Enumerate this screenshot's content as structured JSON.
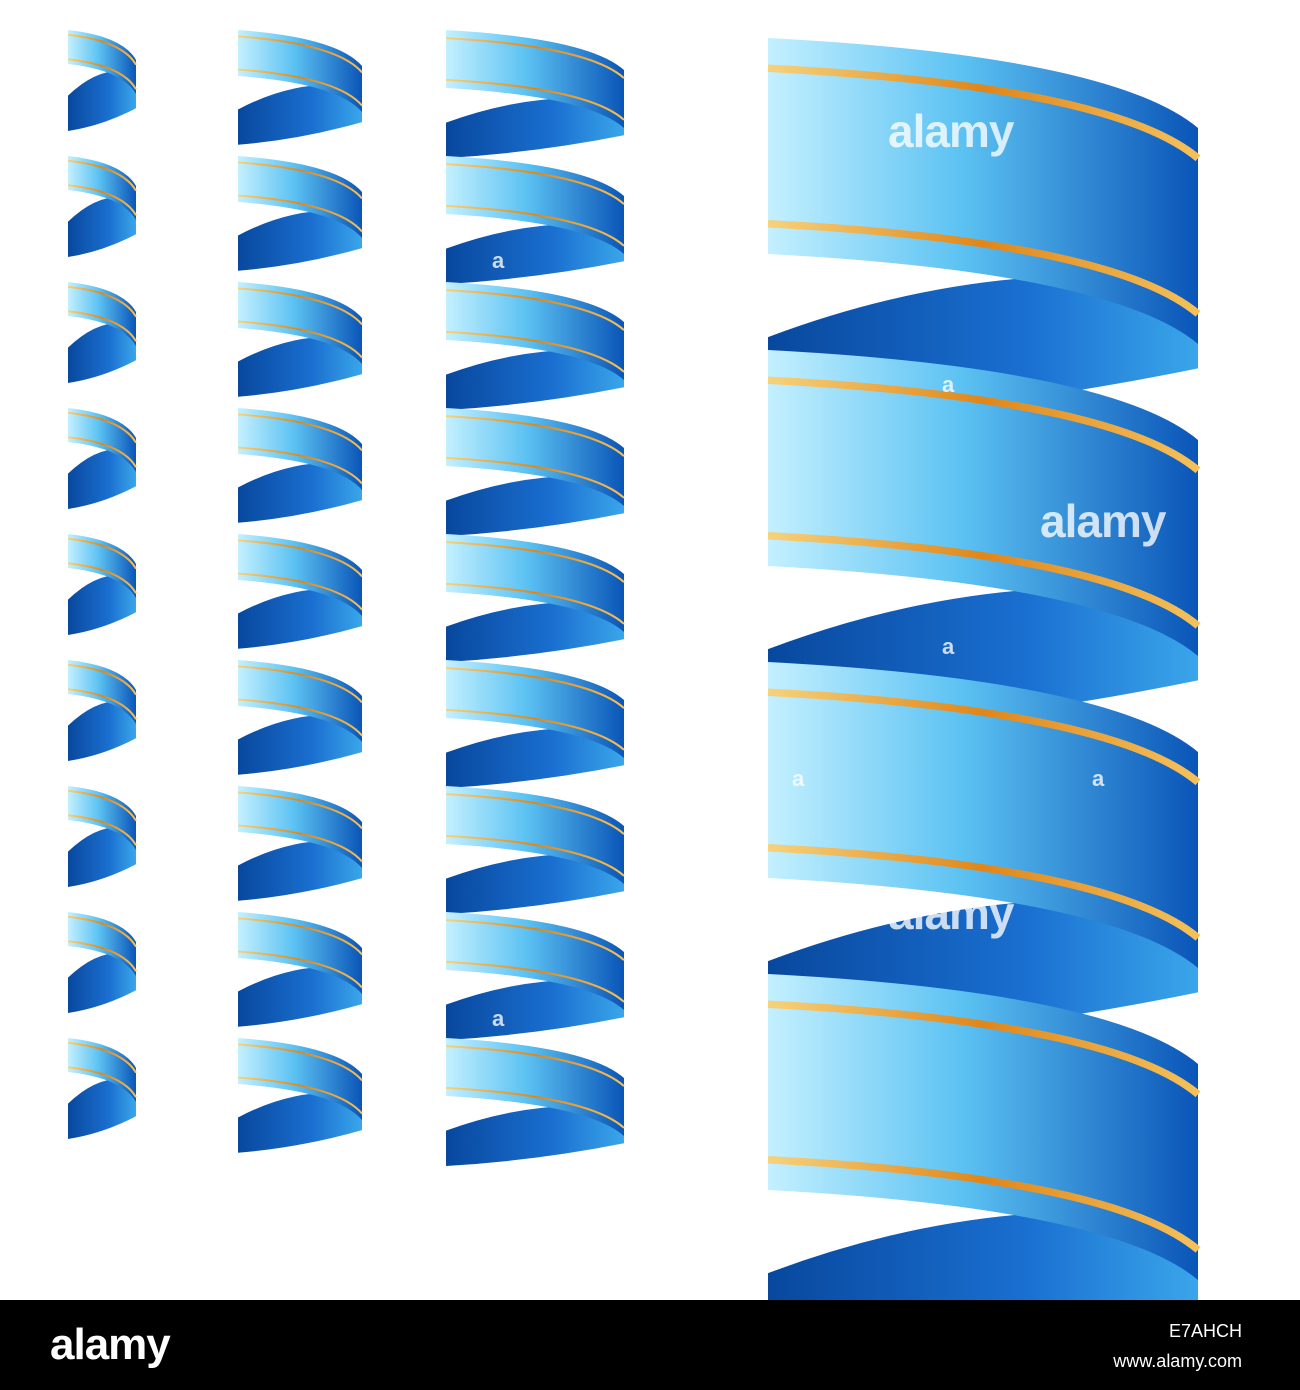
{
  "image": {
    "subject": "four blue spiral streamers with gold stripes",
    "colors": {
      "ribbon_dark": "#0a52b4",
      "ribbon_light": "#b9ecff",
      "stripe_gold": "#e08a1c",
      "background": "#ffffff",
      "footer_bg": "#000000"
    },
    "streamer_count": 4
  },
  "watermark": {
    "text": "alamy",
    "small": "a"
  },
  "footer": {
    "logo": "alamy",
    "image_id": "E7AHCH",
    "url": "www.alamy.com"
  }
}
